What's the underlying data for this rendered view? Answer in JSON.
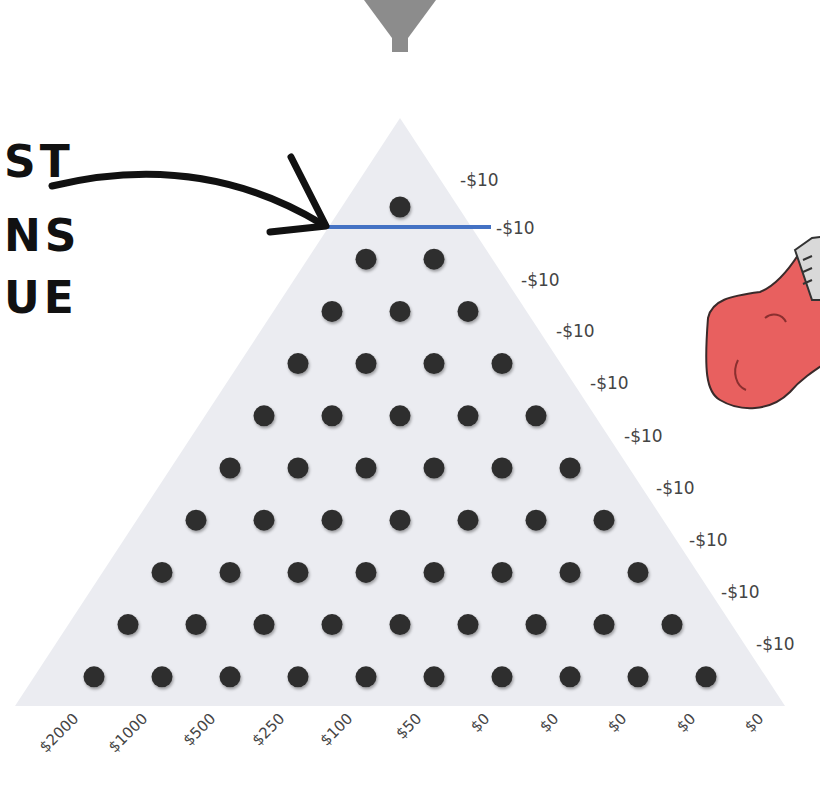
{
  "diagram": {
    "labels": [
      "ST",
      "NS",
      "UE",
      "-$10",
      "-$10",
      "-$10",
      "-$10",
      "-$10",
      "-$10",
      "-$10",
      "-$10",
      "-$10",
      "-$10",
      "$2000",
      "$1000",
      "$500",
      "$250",
      "$100",
      "$50",
      "$0",
      "$0",
      "$0",
      "$0",
      "$0"
    ]
  }
}
